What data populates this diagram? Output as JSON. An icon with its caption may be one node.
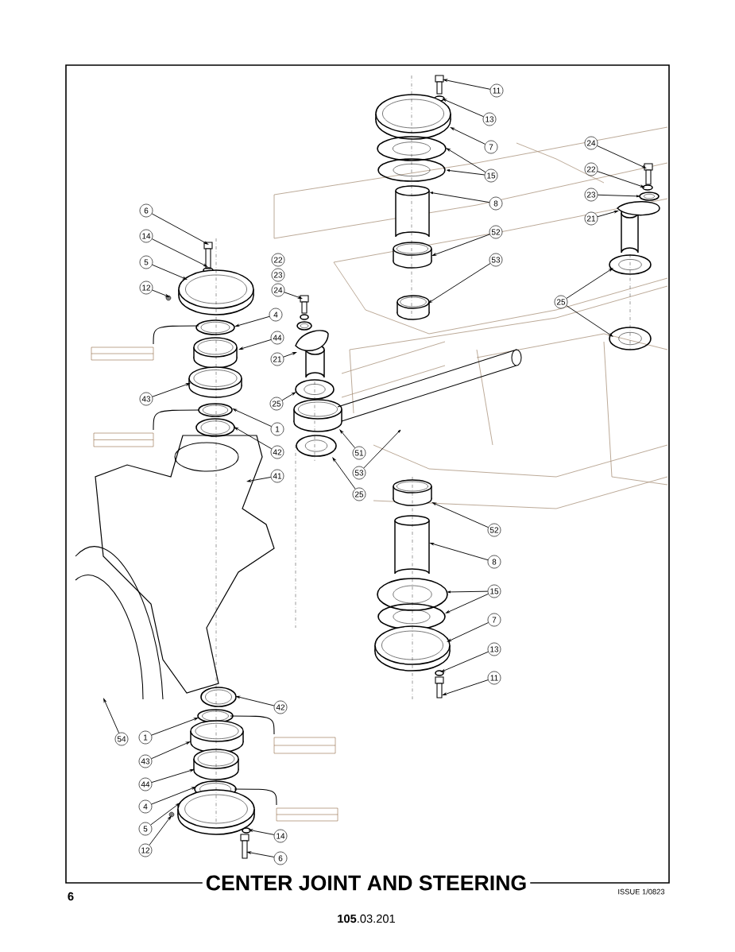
{
  "diagram": {
    "title": "CENTER JOINT AND STEERING",
    "nodes": [
      {
        "text": [
          "11"
        ]
      },
      {
        "text": [
          "13"
        ]
      },
      {
        "text": [
          "7"
        ]
      },
      {
        "text": [
          "15"
        ]
      },
      {
        "text": [
          "8"
        ]
      },
      {
        "text": [
          "52"
        ]
      },
      {
        "text": [
          "53"
        ]
      },
      {
        "text": [
          "24"
        ]
      },
      {
        "text": [
          "22"
        ]
      },
      {
        "text": [
          "23"
        ]
      },
      {
        "text": [
          "21"
        ]
      },
      {
        "text": [
          "6"
        ]
      },
      {
        "text": [
          "14"
        ]
      },
      {
        "text": [
          "5"
        ]
      },
      {
        "text": [
          "24"
        ]
      },
      {
        "text": [
          "12"
        ]
      },
      {
        "text": [
          "25"
        ]
      },
      {
        "text": [
          "4"
        ]
      },
      {
        "text": [
          "44"
        ]
      },
      {
        "text": [
          "21"
        ]
      },
      {
        "text": [
          "43"
        ]
      },
      {
        "text": [
          "25"
        ]
      },
      {
        "text": [
          "1"
        ]
      },
      {
        "text": [
          "42"
        ]
      },
      {
        "text": [
          "51"
        ]
      },
      {
        "text": [
          "53"
        ]
      },
      {
        "text": [
          "41"
        ]
      },
      {
        "text": [
          "25"
        ]
      },
      {
        "text": [
          "52"
        ]
      },
      {
        "text": [
          "8"
        ]
      },
      {
        "text": [
          "15"
        ]
      },
      {
        "text": [
          "7"
        ]
      },
      {
        "text": [
          "13"
        ]
      },
      {
        "text": [
          "11"
        ]
      },
      {
        "text": [
          "42"
        ]
      },
      {
        "text": [
          "54"
        ]
      },
      {
        "text": [
          "1"
        ]
      },
      {
        "text": [
          "43"
        ]
      },
      {
        "text": [
          "44"
        ]
      },
      {
        "text": [
          "4"
        ]
      },
      {
        "text": [
          "5"
        ]
      },
      {
        "text": [
          "14"
        ]
      },
      {
        "text": [
          "12"
        ]
      },
      {
        "text": [
          "6"
        ]
      },
      {
        "text": [
          "22"
        ]
      },
      {
        "text": [
          "23"
        ]
      }
    ],
    "edges": [
      {
        "from": 0,
        "to": null,
        "arrow": "to"
      },
      {
        "from": 1,
        "to": null,
        "arrow": "to"
      },
      {
        "from": 2,
        "to": null,
        "arrow": "to"
      },
      {
        "from": 3,
        "to": null,
        "arrow": "to"
      },
      {
        "from": 3,
        "to": null,
        "arrow": "to"
      },
      {
        "from": 4,
        "to": null,
        "arrow": "to"
      },
      {
        "from": 5,
        "to": null,
        "arrow": "to"
      },
      {
        "from": 6,
        "to": null,
        "arrow": "to"
      },
      {
        "from": 7,
        "to": null,
        "arrow": "to"
      },
      {
        "from": 8,
        "to": null,
        "arrow": "to"
      },
      {
        "from": 9,
        "to": null,
        "arrow": "to"
      },
      {
        "from": 10,
        "to": null,
        "arrow": "to"
      },
      {
        "from": 11,
        "to": null,
        "arrow": "to"
      },
      {
        "from": 12,
        "to": null,
        "arrow": "to"
      },
      {
        "from": 13,
        "to": null,
        "arrow": "to"
      },
      {
        "from": 14,
        "to": null,
        "arrow": "to"
      },
      {
        "from": 15,
        "to": null,
        "arrow": "to"
      },
      {
        "from": 16,
        "to": null,
        "arrow": "to"
      },
      {
        "from": 16,
        "to": null,
        "arrow": "to"
      },
      {
        "from": 17,
        "to": null,
        "arrow": "to"
      },
      {
        "from": 18,
        "to": null,
        "arrow": "to"
      },
      {
        "from": 19,
        "to": null,
        "arrow": "to"
      },
      {
        "from": 20,
        "to": null,
        "arrow": "to"
      },
      {
        "from": 21,
        "to": null,
        "arrow": "to"
      },
      {
        "from": 22,
        "to": null,
        "arrow": "to"
      },
      {
        "from": 23,
        "to": null,
        "arrow": "to"
      },
      {
        "from": 24,
        "to": null,
        "arrow": "to"
      },
      {
        "from": 25,
        "to": null,
        "arrow": "to"
      },
      {
        "from": 26,
        "to": null,
        "arrow": "to"
      },
      {
        "from": 27,
        "to": null,
        "arrow": "to"
      },
      {
        "from": 28,
        "to": null,
        "arrow": "to"
      },
      {
        "from": 29,
        "to": null,
        "arrow": "to"
      },
      {
        "from": 30,
        "to": null,
        "arrow": "to"
      },
      {
        "from": 30,
        "to": null,
        "arrow": "to"
      },
      {
        "from": 31,
        "to": null,
        "arrow": "to"
      },
      {
        "from": 32,
        "to": null,
        "arrow": "to"
      },
      {
        "from": 33,
        "to": null,
        "arrow": "to"
      },
      {
        "from": 34,
        "to": null,
        "arrow": "to"
      },
      {
        "from": 35,
        "to": null,
        "arrow": "to"
      },
      {
        "from": 36,
        "to": null,
        "arrow": "to"
      },
      {
        "from": 37,
        "to": null,
        "arrow": "to"
      },
      {
        "from": 38,
        "to": null,
        "arrow": "to"
      },
      {
        "from": 39,
        "to": null,
        "arrow": "to"
      },
      {
        "from": 40,
        "to": null,
        "arrow": "to"
      },
      {
        "from": 41,
        "to": null,
        "arrow": "to"
      },
      {
        "from": 42,
        "to": null,
        "arrow": "to"
      },
      {
        "from": 43,
        "to": null,
        "arrow": "to"
      }
    ],
    "labels": [
      "6",
      "ISSUE 1/0823",
      "**105**.03.201"
    ]
  }
}
